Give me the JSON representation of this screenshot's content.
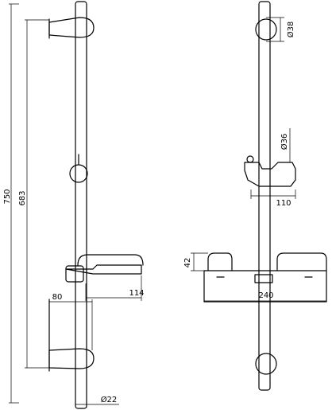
{
  "dimensions": {
    "total_height": "750",
    "rail_span": "683",
    "slider_diameter": "Ø36",
    "holder_depth": "110",
    "knob_diameter": "Ø38",
    "soap_dish_depth": "114",
    "soap_dish_width": "240",
    "soap_dish_height": "42",
    "bracket_depth": "80",
    "pipe_diameter": "Ø22"
  }
}
